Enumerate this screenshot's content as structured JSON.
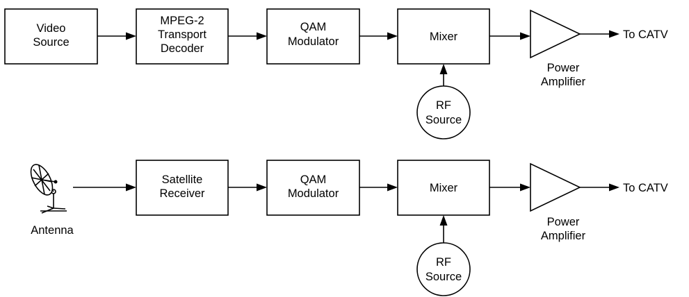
{
  "row1": {
    "video_source": [
      "Video",
      "Source"
    ],
    "mpeg_decoder": [
      "MPEG-2",
      "Transport",
      "Decoder"
    ],
    "qam_modulator": [
      "QAM",
      "Modulator"
    ],
    "mixer": "Mixer",
    "rf_source": [
      "RF",
      "Source"
    ],
    "power_amplifier": [
      "Power",
      "Amplifier"
    ],
    "output": "To CATV"
  },
  "row2": {
    "antenna": "Antenna",
    "satellite_receiver": [
      "Satellite",
      "Receiver"
    ],
    "qam_modulator": [
      "QAM",
      "Modulator"
    ],
    "mixer": "Mixer",
    "rf_source": [
      "RF",
      "Source"
    ],
    "power_amplifier": [
      "Power",
      "Amplifier"
    ],
    "output": "To CATV"
  }
}
